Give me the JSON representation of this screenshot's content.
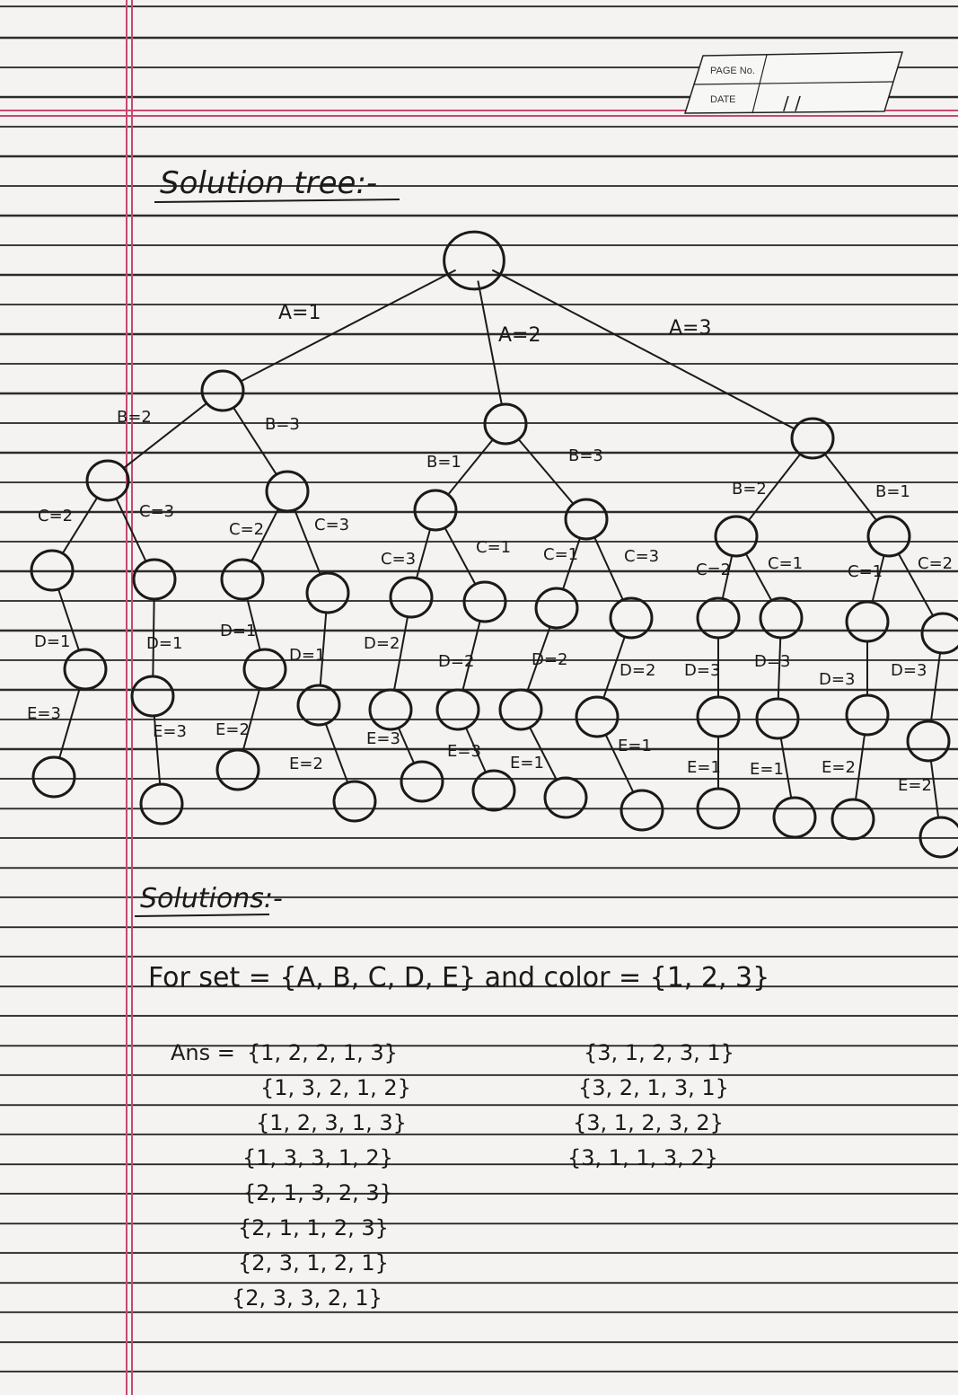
{
  "header_box": {
    "page_no_label": "PAGE No.",
    "date_label": "DATE",
    "date_value": "/ /"
  },
  "tree_heading": "Solution tree:-",
  "tree": {
    "edges": [
      {
        "label": "A=1"
      },
      {
        "label": "A=2"
      },
      {
        "label": "A=3"
      },
      {
        "label": "B=2"
      },
      {
        "label": "B=3"
      },
      {
        "label": "B=1"
      },
      {
        "label": "B=3"
      },
      {
        "label": "B=2"
      },
      {
        "label": "B=1"
      },
      {
        "label": "C=2"
      },
      {
        "label": "C=3"
      },
      {
        "label": "C=2"
      },
      {
        "label": "C=3"
      },
      {
        "label": "C=3"
      },
      {
        "label": "C=1"
      },
      {
        "label": "C=1"
      },
      {
        "label": "C=3"
      },
      {
        "label": "C=2"
      },
      {
        "label": "C=1"
      },
      {
        "label": "C=1"
      },
      {
        "label": "C=2"
      },
      {
        "label": "D=1"
      },
      {
        "label": "D=1"
      },
      {
        "label": "D=1"
      },
      {
        "label": "D=1"
      },
      {
        "label": "D=2"
      },
      {
        "label": "D=2"
      },
      {
        "label": "D=2"
      },
      {
        "label": "D=2"
      },
      {
        "label": "D=3"
      },
      {
        "label": "D=3"
      },
      {
        "label": "D=3"
      },
      {
        "label": "D=3"
      },
      {
        "label": "E=3"
      },
      {
        "label": "E=3"
      },
      {
        "label": "E=2"
      },
      {
        "label": "E=2"
      },
      {
        "label": "E=3"
      },
      {
        "label": "E=3"
      },
      {
        "label": "E=1"
      },
      {
        "label": "E=1"
      },
      {
        "label": "E=1"
      },
      {
        "label": "E=1"
      },
      {
        "label": "E=2"
      },
      {
        "label": "E=2"
      }
    ]
  },
  "solutions_heading": "Solutions:-",
  "problem_statement": "For set = {A, B, C, D, E} and color = {1, 2, 3}",
  "answer_label": "Ans =",
  "answers_left": [
    "{1, 2, 2, 1, 3}",
    "{1, 3, 2, 1, 2}",
    "{1, 2, 3, 1, 3}",
    "{1, 3, 3, 1, 2}",
    "{2, 1, 3, 2, 3}",
    "{2, 1, 1, 2, 3}",
    "{2, 3, 1, 2, 1}",
    "{2, 3, 3, 2, 1}"
  ],
  "answers_right": [
    "{3, 1, 2, 3, 1}",
    "{3, 2, 1, 3, 1}",
    "{3, 1, 2, 3, 2}",
    "{3, 1, 1, 3, 2}"
  ],
  "colors": {
    "margin_line": "#c8486f",
    "ink": "#1a1a1a",
    "rule_line": "#2b2b2b",
    "paper": "#f4f3f1"
  }
}
